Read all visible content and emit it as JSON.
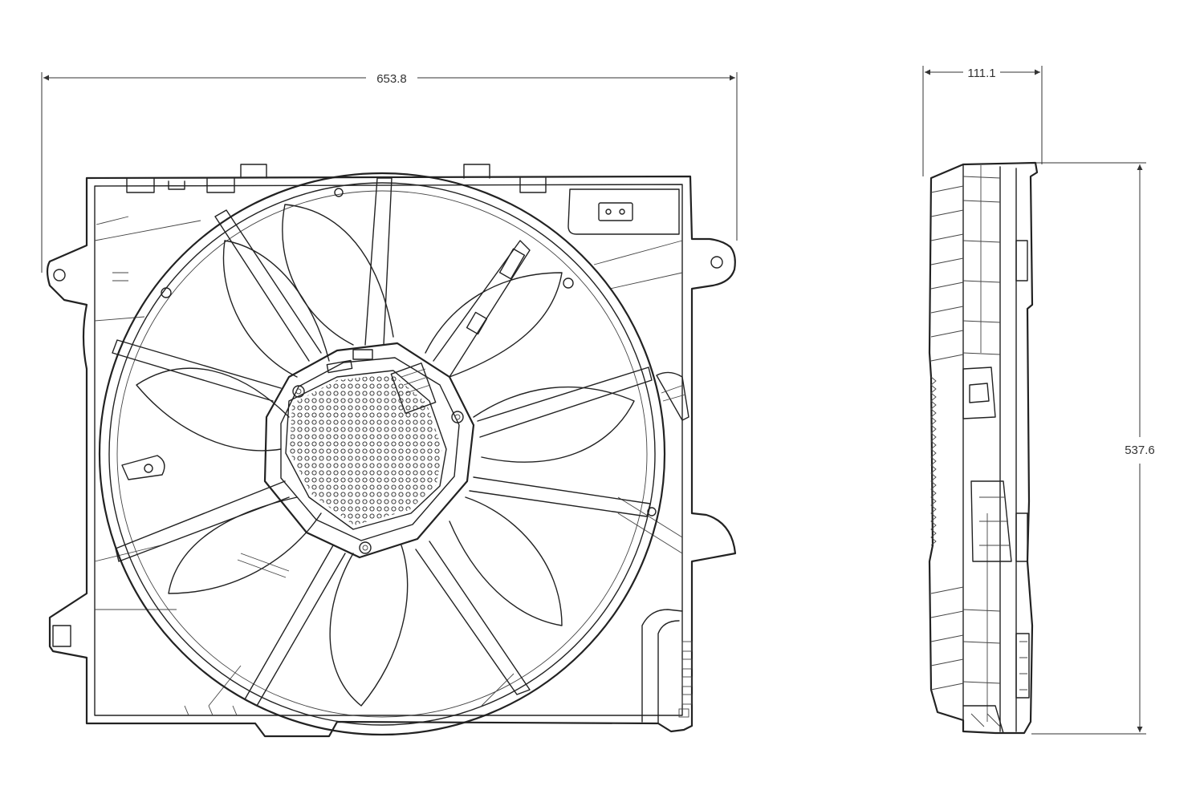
{
  "dimensions": {
    "overall_width": "653.8",
    "depth": "111.1",
    "height": "537.6"
  },
  "colors": {
    "line": "#222222",
    "background": "#ffffff",
    "dimension_text": "#333333"
  },
  "views": [
    "front-view",
    "side-view"
  ]
}
